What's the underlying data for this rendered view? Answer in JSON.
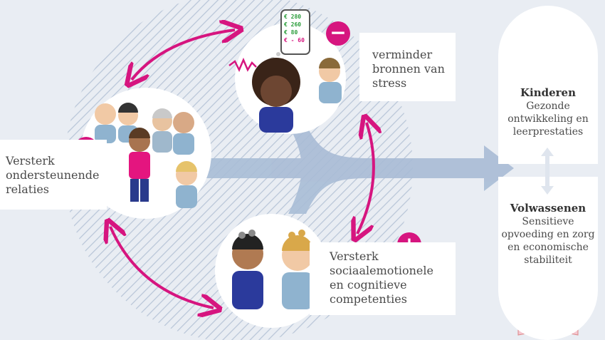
{
  "nodes": {
    "relaties": {
      "line1": "Versterk",
      "line2": "ondersteunende",
      "line3": "relaties",
      "sign": "+"
    },
    "stress": {
      "line1": "verminder",
      "line2": "bronnen van",
      "line3": "stress",
      "sign": "−"
    },
    "competenties": {
      "line1": "Versterk",
      "line2": "sociaalemotionele",
      "line3": "en cognitieve",
      "line4": "competenties",
      "sign": "+"
    }
  },
  "phone": {
    "amounts": [
      "€ 280",
      "€ 260",
      "€ 80",
      "€ - 60"
    ]
  },
  "outcomes": {
    "kinderen": {
      "title": "Kinderen",
      "line1": "Gezonde",
      "line2": "ontwikkeling en",
      "line3": "leerprestaties"
    },
    "volwassenen": {
      "title": "Volwassenen",
      "line1": "Sensitieve",
      "line2": "opvoeding en zorg",
      "line3": "en economische",
      "line4": "stabiliteit"
    }
  },
  "colors": {
    "magenta": "#d6157f",
    "arrow": "#a9bcd6",
    "hatch": "#b9c6d8",
    "background": "#e9edf3"
  }
}
